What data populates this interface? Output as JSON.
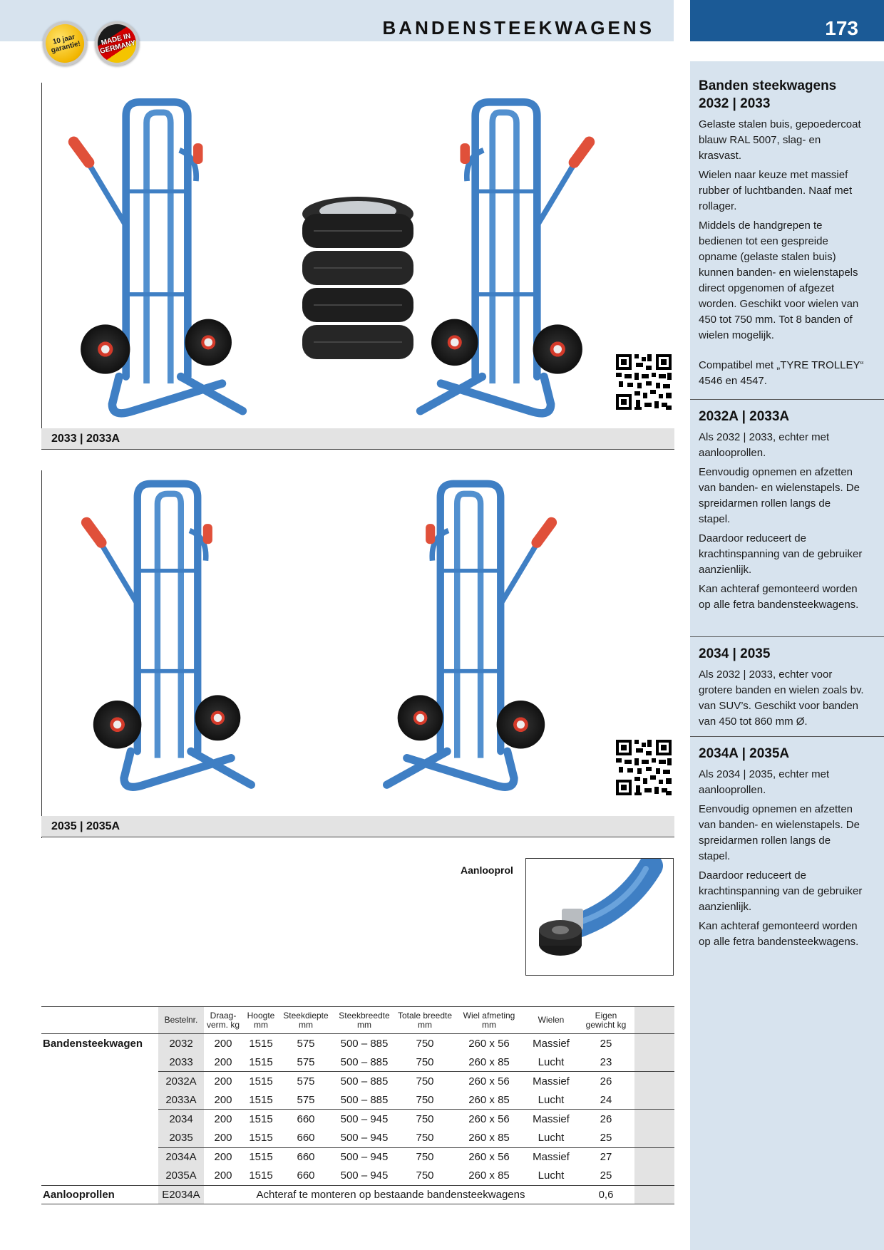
{
  "header": {
    "title": "BANDENSTEEKWAGENS",
    "page_number": "173",
    "badge_warranty": "10 jaar garantie!",
    "badge_made_in": "MADE IN GERMANY"
  },
  "panels": [
    {
      "caption": "2033 | 2033A"
    },
    {
      "caption": "2035 | 2035A"
    }
  ],
  "inset": {
    "label": "Aanlooprol"
  },
  "sidebar": {
    "section1": {
      "title": "Banden steekwagens 2032 | 2033",
      "paragraphs": [
        "Gelaste stalen buis, gepoeder­coat blauw RAL 5007, slag- en krasvast.",
        "Wielen naar keuze met massief rubber of luchtbanden. Naaf met rollager.",
        "Middels de handgrepen te bedienen tot een gespreide opname (gelaste stalen buis) kunnen banden- en wielen­stapels direct opgenomen of afgezet worden. Geschikt voor wielen van 450 tot 750 mm. Tot 8 banden of wielen mogelijk.",
        "Compatibel met „TYRE TROLLEY“ 4546 en 4547."
      ]
    },
    "section2": {
      "title": "2032A | 2033A",
      "paragraphs": [
        "Als 2032 | 2033, echter met aanlooprollen.",
        "Eenvoudig opnemen en afzet­ten van banden- en wielen­stapels. De spreidarmen rollen langs de stapel.",
        "Daardoor reduceert de krachtinspanning van de gebruiker aanzienlijk.",
        "Kan achteraf gemonteerd wor­den op alle fetra bandensteek­wagens."
      ]
    },
    "section3": {
      "title": "2034 | 2035",
      "paragraphs": [
        "Als 2032 | 2033, echter voor grotere banden en wielen zoals bv. van SUV’s. Geschikt voor banden van 450 tot 860 mm Ø."
      ]
    },
    "section4": {
      "title": "2034A | 2035A",
      "paragraphs": [
        "Als 2034 | 2035, echter met aanlooprollen.",
        "Eenvoudig opnemen en afzet­ten van banden- en wielen­stapels. De spreidarmen rollen langs de stapel.",
        "Daardoor reduceert de krachtinspanning van de gebruiker aanzienlijk.",
        "Kan achteraf gemonteerd wor­den op alle fetra bandensteek­wagens."
      ]
    }
  },
  "table": {
    "headers": [
      "Bestelnr.",
      "Draag-\nverm. kg",
      "Hoogte\nmm",
      "Steekdiepte\nmm",
      "Steekbreedte\nmm",
      "Totale breedte\nmm",
      "Wiel afmeting\nmm",
      "Wielen",
      "Eigen\ngewicht kg"
    ],
    "group_label_1": "Bandensteekwagen",
    "group_label_2": "Aanlooprollen",
    "rows": [
      [
        "2032",
        "200",
        "1515",
        "575",
        "500 – 885",
        "750",
        "260 x 56",
        "Massief",
        "25"
      ],
      [
        "2033",
        "200",
        "1515",
        "575",
        "500 – 885",
        "750",
        "260 x 85",
        "Lucht",
        "23"
      ],
      [
        "2032A",
        "200",
        "1515",
        "575",
        "500 – 885",
        "750",
        "260 x 56",
        "Massief",
        "26"
      ],
      [
        "2033A",
        "200",
        "1515",
        "575",
        "500 – 885",
        "750",
        "260 x 85",
        "Lucht",
        "24"
      ],
      [
        "2034",
        "200",
        "1515",
        "660",
        "500 – 945",
        "750",
        "260 x 56",
        "Massief",
        "26"
      ],
      [
        "2035",
        "200",
        "1515",
        "660",
        "500 – 945",
        "750",
        "260 x 85",
        "Lucht",
        "25"
      ],
      [
        "2034A",
        "200",
        "1515",
        "660",
        "500 – 945",
        "750",
        "260 x 56",
        "Massief",
        "27"
      ],
      [
        "2035A",
        "200",
        "1515",
        "660",
        "500 – 945",
        "750",
        "260 x 85",
        "Lucht",
        "25"
      ]
    ],
    "accessory": {
      "code": "E2034A",
      "note": "Achteraf te monteren op bestaande bandensteekwagens",
      "weight": "0,6"
    }
  }
}
